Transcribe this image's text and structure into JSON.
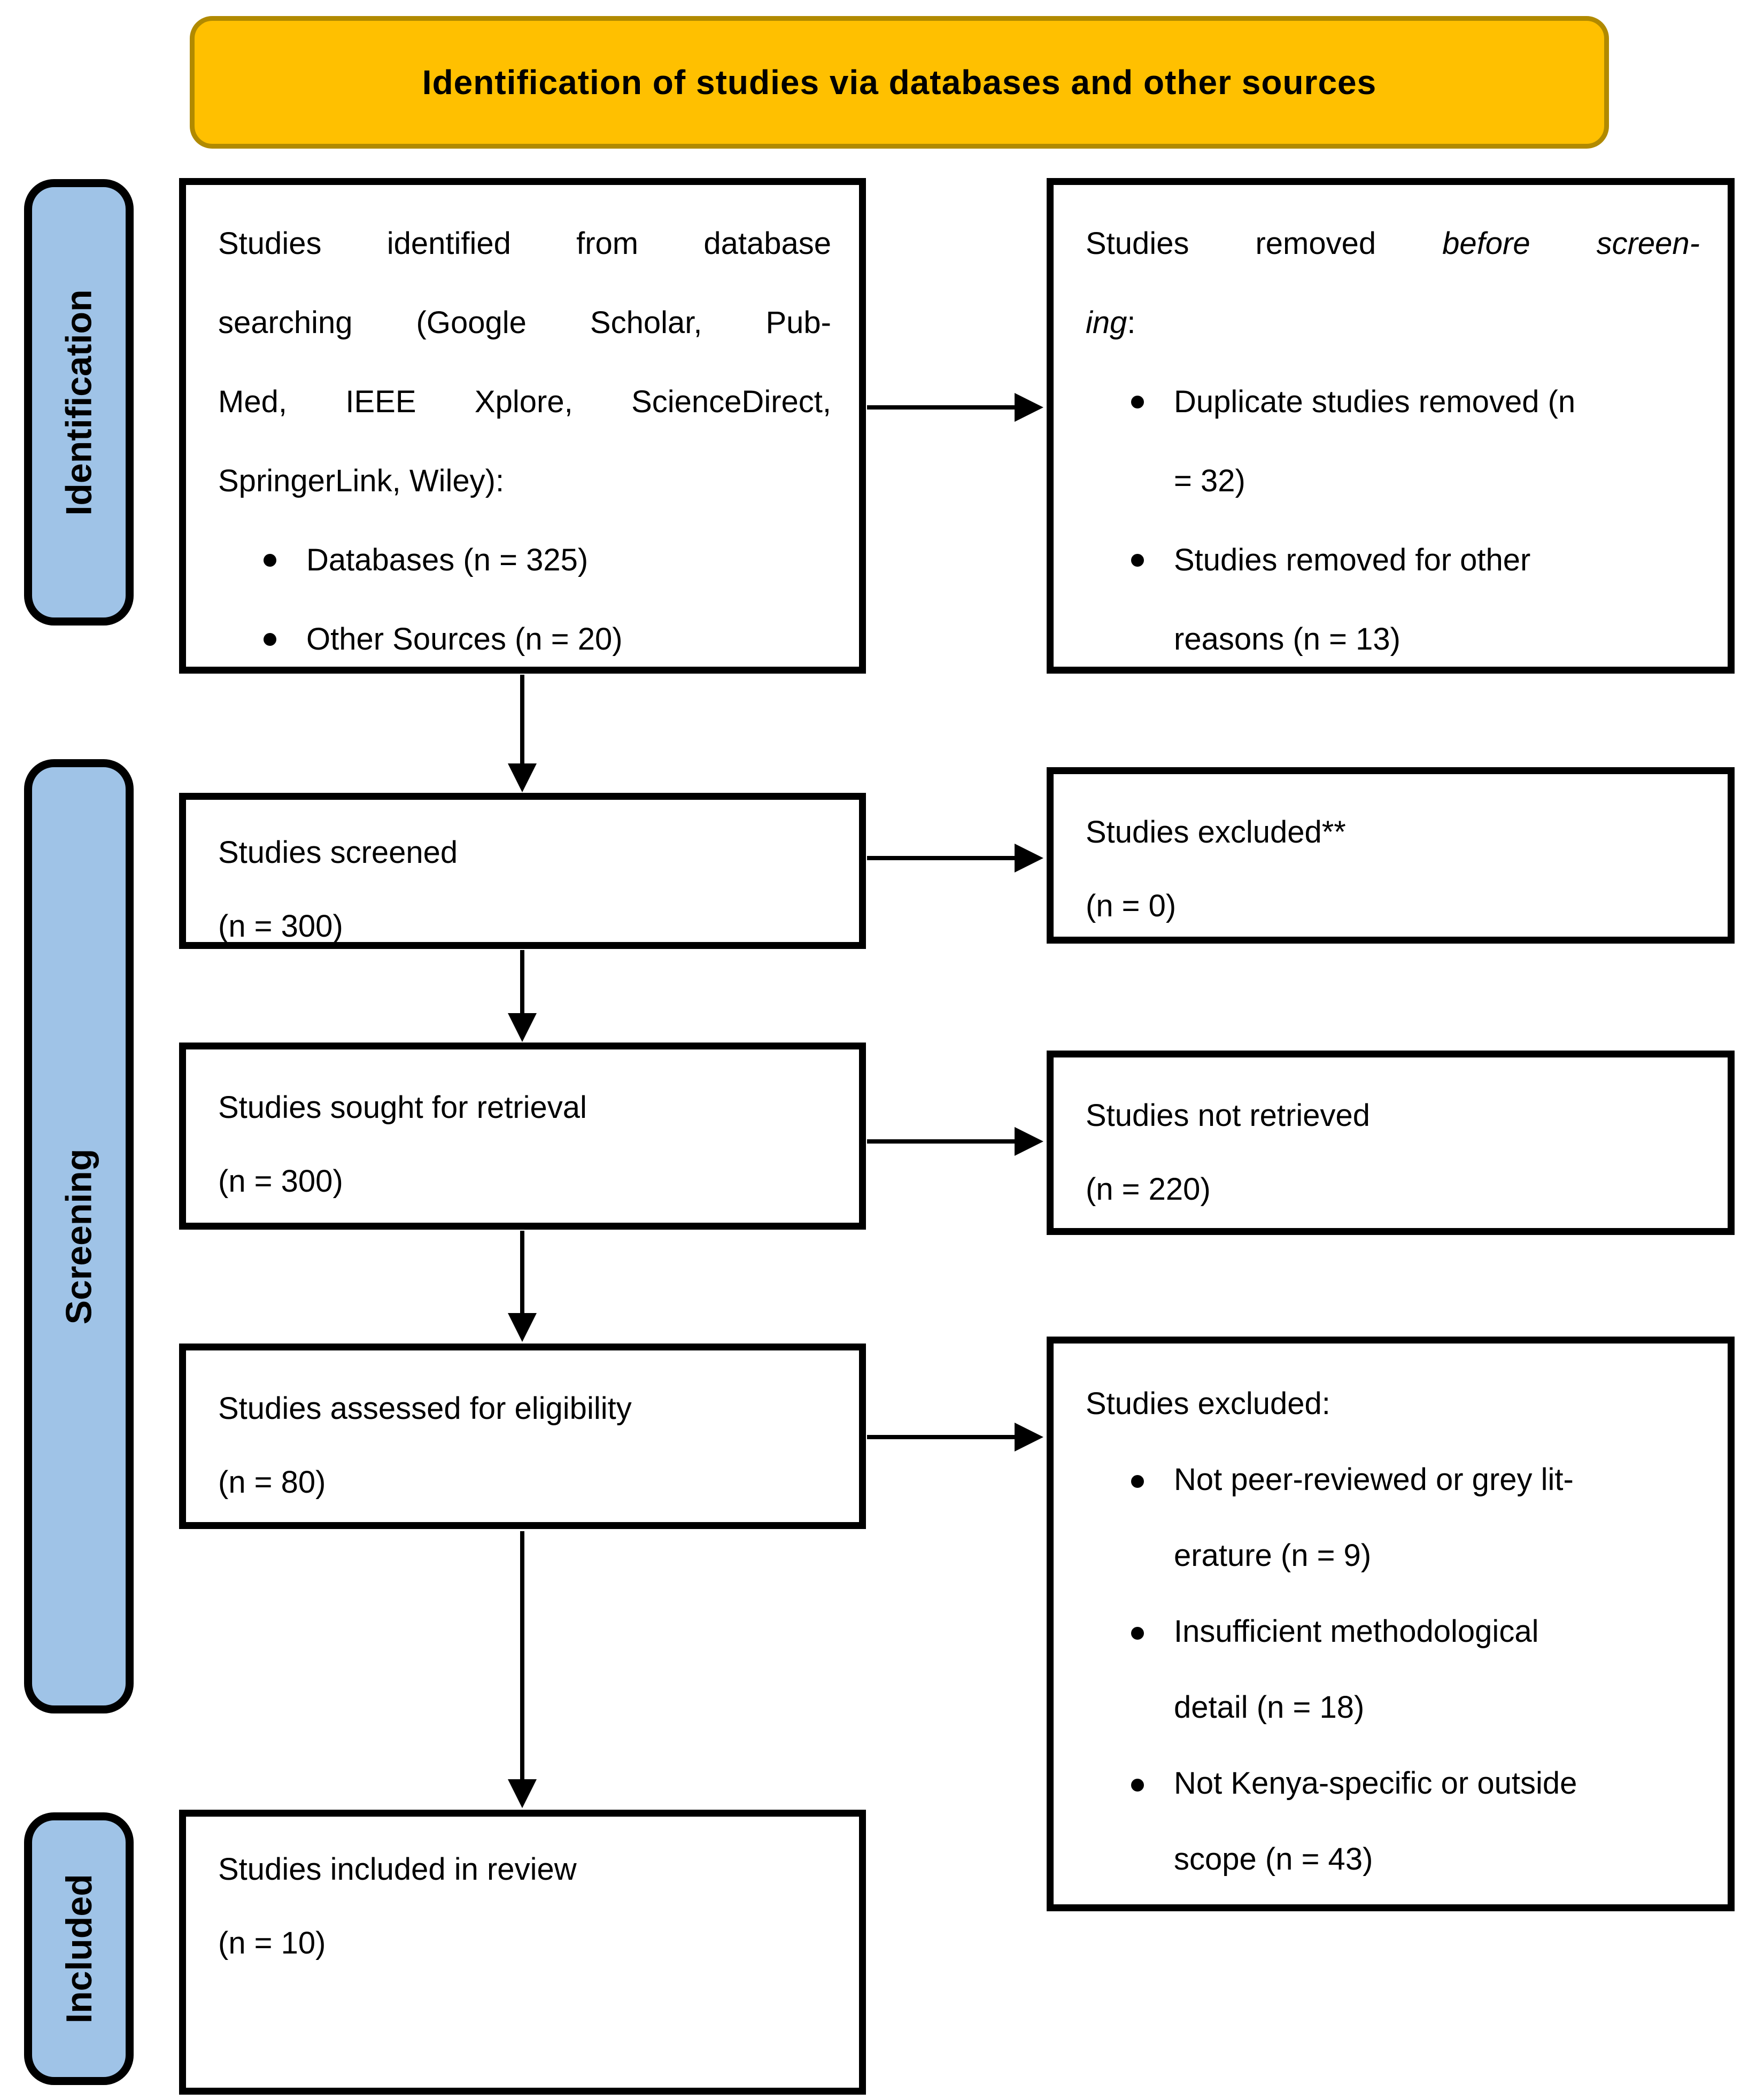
{
  "banner": {
    "title": "Identification of studies via databases and other sources"
  },
  "sidebar": {
    "identification": "Identification",
    "screening": "Screening",
    "included": "Included"
  },
  "boxes": {
    "identified": {
      "line1": "Studies identified from database",
      "line2": "searching (Google Scholar, Pub-",
      "line3": "Med, IEEE Xplore, ScienceDirect,",
      "line4": "SpringerLink, Wiley):",
      "bullet1": "Databases (n = 325)",
      "bullet2": "Other Sources (n = 20)"
    },
    "removed": {
      "t_normal": "Studies removed ",
      "t_italic1": "before screen-",
      "t_italic2": "ing",
      "t_colon": ":",
      "b1l1": "Duplicate studies removed (n",
      "b1l2": "= 32)",
      "b2l1": "Studies removed for other",
      "b2l2": "reasons (n = 13)"
    },
    "screened": {
      "line1": "Studies screened",
      "line2": "(n = 300)"
    },
    "excluded_screen": {
      "line1": "Studies excluded**",
      "line2": "(n = 0)"
    },
    "sought": {
      "line1": "Studies sought for retrieval",
      "line2": "(n = 300)"
    },
    "not_retrieved": {
      "line1": "Studies not retrieved",
      "line2": "(n = 220)"
    },
    "assessed": {
      "line1": "Studies assessed for eligibility",
      "line2": "(n = 80)"
    },
    "excluded_elig": {
      "title": "Studies excluded:",
      "b1l1": "Not peer-reviewed or grey lit-",
      "b1l2": "erature (n = 9)",
      "b2l1": "Insufficient methodological",
      "b2l2": "detail (n = 18)",
      "b3l1": "Not Kenya-specific or outside",
      "b3l2": "scope (n = 43)"
    },
    "included": {
      "line1": "Studies included in review",
      "line2": "(n = 10)"
    }
  },
  "colors": {
    "banner_fill": "#FFC000",
    "banner_border": "#B18A00",
    "sidebar_fill": "#9FC3E7",
    "box_border": "#000000",
    "text": "#000000"
  }
}
